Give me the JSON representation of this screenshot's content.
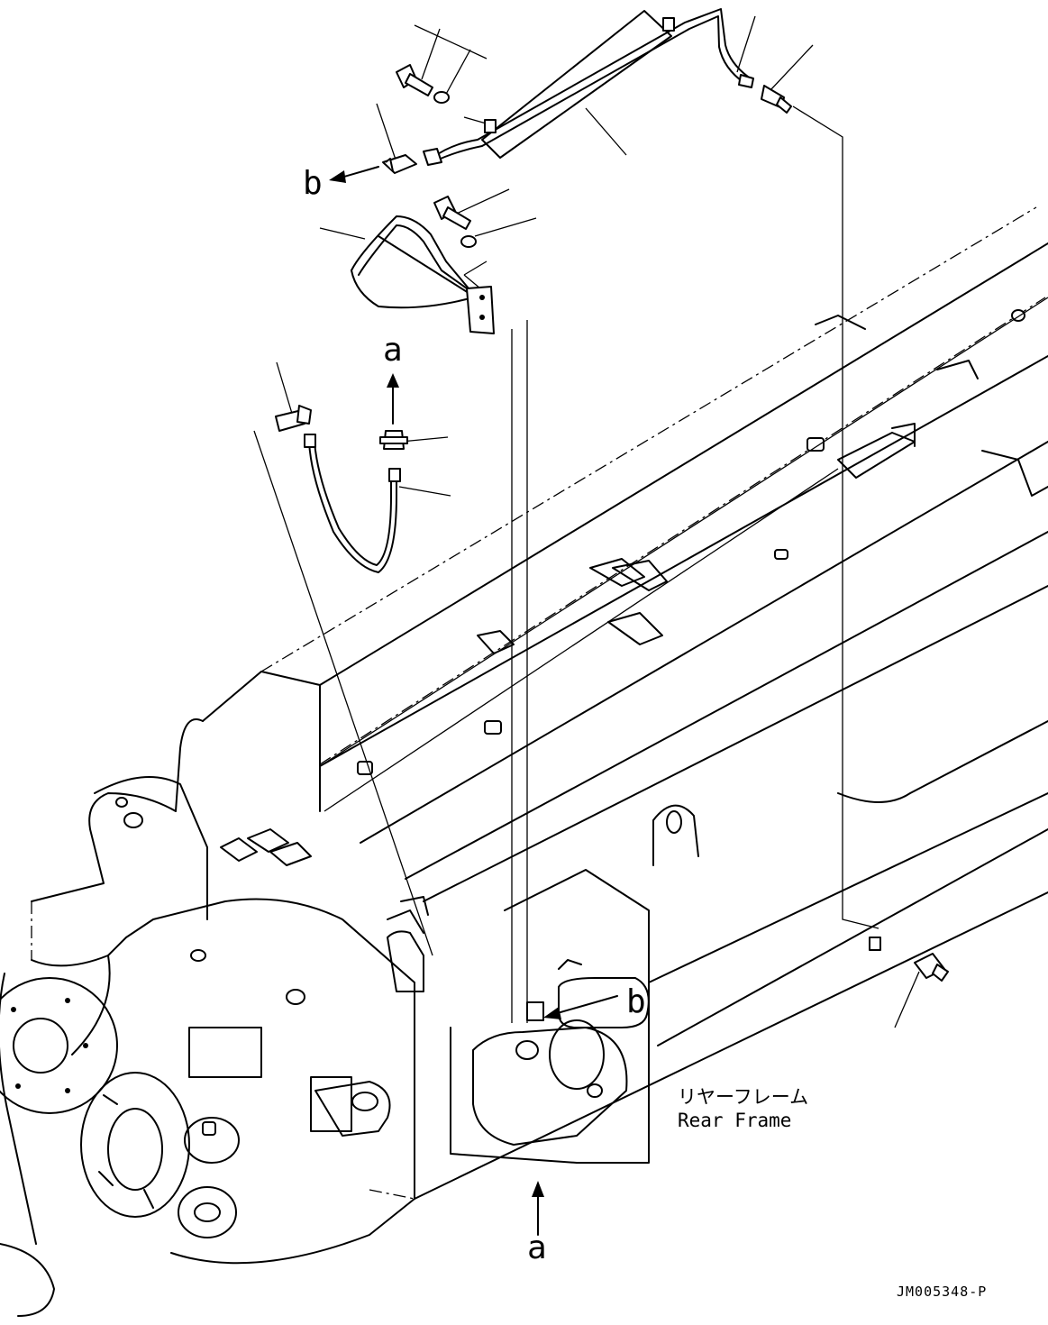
{
  "figure": {
    "callouts": {
      "a_top": "a",
      "a_bottom": "a",
      "b_left": "b",
      "b_right": "b"
    },
    "frame_label": {
      "japanese": "リヤーフレーム",
      "english": "Rear Frame"
    },
    "drawing_number": "JM005348-P"
  },
  "colors": {
    "line": "#000000",
    "background": "#ffffff"
  }
}
